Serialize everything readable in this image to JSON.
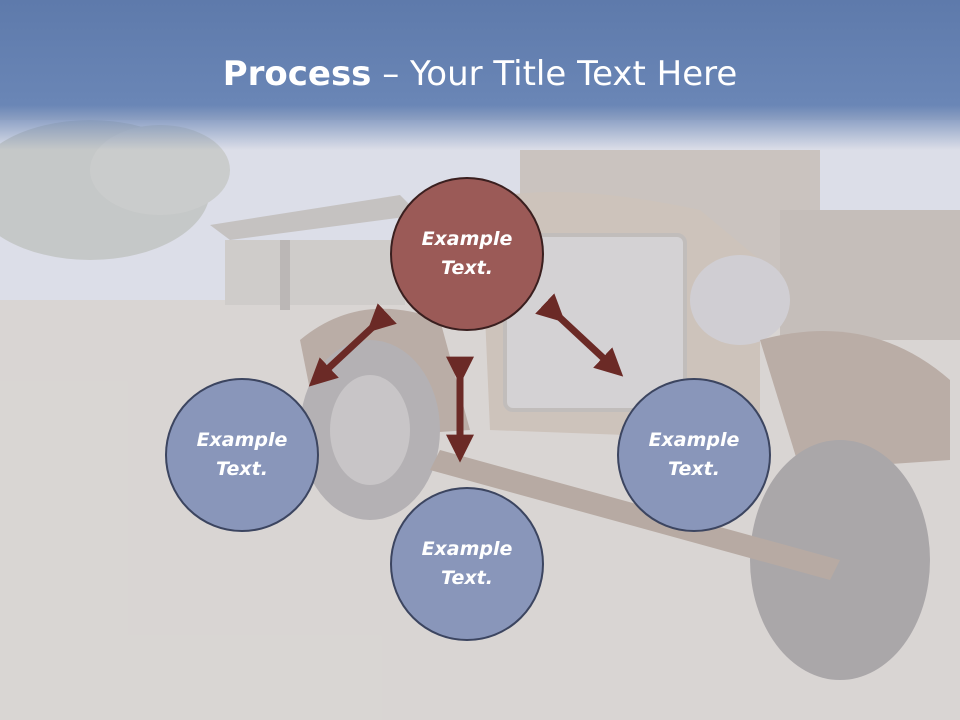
{
  "slide": {
    "title_bold": "Process",
    "title_rest": " – Your Title Text Here"
  },
  "diagram": {
    "center": "Example Text.",
    "left": "Example Text.",
    "bottom": "Example Text.",
    "right": "Example Text."
  },
  "colors": {
    "title_band": "#6a86b6",
    "node_blue": "#8996ba",
    "node_center": "#9b5a57",
    "arrow": "#6b2a26"
  }
}
